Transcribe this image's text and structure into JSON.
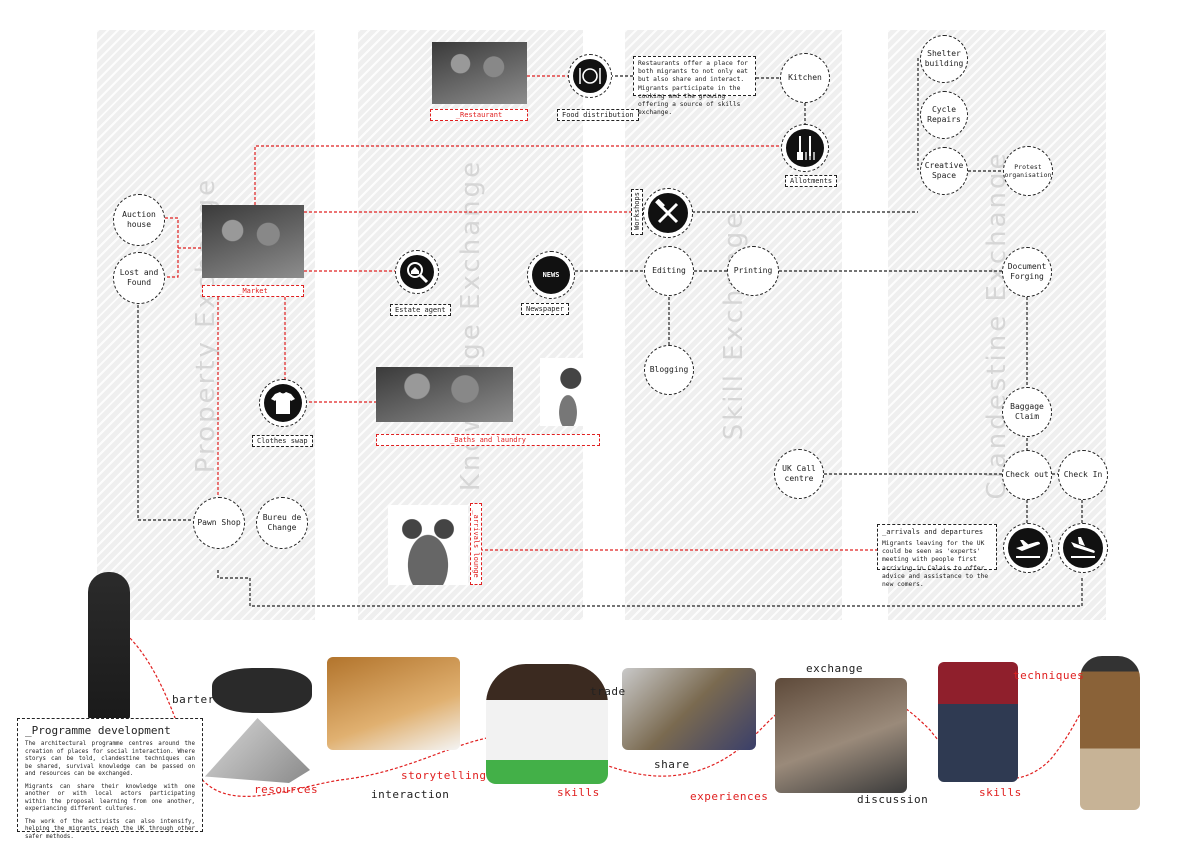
{
  "columns": {
    "property": "Property Exchange",
    "knowledge": "Knowledge Exchange",
    "skill": "Skill Exchange",
    "clandestine": "Clandestine Exchange"
  },
  "nodes": {
    "auction_house": "Auction house",
    "lost_found": "Lost and Found",
    "pawn_shop": "Pawn Shop",
    "bureau": "Bureu de Change",
    "kitchen": "Kitchen",
    "editing": "Editing",
    "printing": "Printing",
    "blogging": "Blogging",
    "shelter": "Shelter building",
    "cycle": "Cycle Repairs",
    "creative": "Creative Space",
    "protest": "Protest organisation",
    "document": "Document Forging",
    "baggage": "Baggage Claim",
    "checkout": "Check out",
    "checkin": "Check In",
    "uk_call": "UK Call centre"
  },
  "labels": {
    "restaurant": "_Restaurant",
    "food": "Food distribution",
    "allotments": "Allotments",
    "workshops": "Workshops",
    "market": "_Market",
    "estate": "Estate agent",
    "newspaper": "Newspaper",
    "clothes": "Clothes swap",
    "baths": "_Baths and laundry",
    "arrivals_side": "_arrivals lounge"
  },
  "notes": {
    "restaurant": "Restaurants offer a place for both migrants to not only eat but also share and interact. Migrants participate in the cooking and the growing offering a source of skills exchange.",
    "arrivals_title": "_arrivals and departures",
    "arrivals_body": "Migrants leaving for the UK could be seen as 'experts' meeting with people first arriving in Calais to offer advice and assistance to the new comers."
  },
  "icons": {
    "food": "plate-fork-knife-icon",
    "allotments": "spade-fork-icon",
    "workshops": "hammer-wrench-icon",
    "estate": "house-magnifier-icon",
    "newspaper": "news-icon",
    "newspaper_text": "NEWS",
    "clothes": "tshirt-icon",
    "departure": "plane-departure-icon",
    "arrival": "plane-arrival-icon"
  },
  "programme": {
    "title": "_Programme development",
    "p1": "The architectural programme centres around the creation of places for social interaction. Where storys can be told, clandestine techniques can be shared, survival knowledge can be passed on and resources can be exchanged.",
    "p2": "Migrants can share their knowledge with one another or with local actors participating within the proposal learning from one another, experiancing different cultures.",
    "p3": "The work of the activists can also intensify, helping the migrants reach the UK through other safer methods."
  },
  "words": {
    "barter": "barter",
    "resources": "resources",
    "storytelling": "storytelling",
    "interaction": "interaction",
    "trade": "trade",
    "skills1": "skills",
    "share": "share",
    "experiences": "experiences",
    "exchange": "exchange",
    "discussion": "discussion",
    "skills2": "skills",
    "techniques": "techniques"
  },
  "colors": {
    "link_red": "#e02020",
    "link_black": "#222222",
    "column": "#efefef"
  }
}
